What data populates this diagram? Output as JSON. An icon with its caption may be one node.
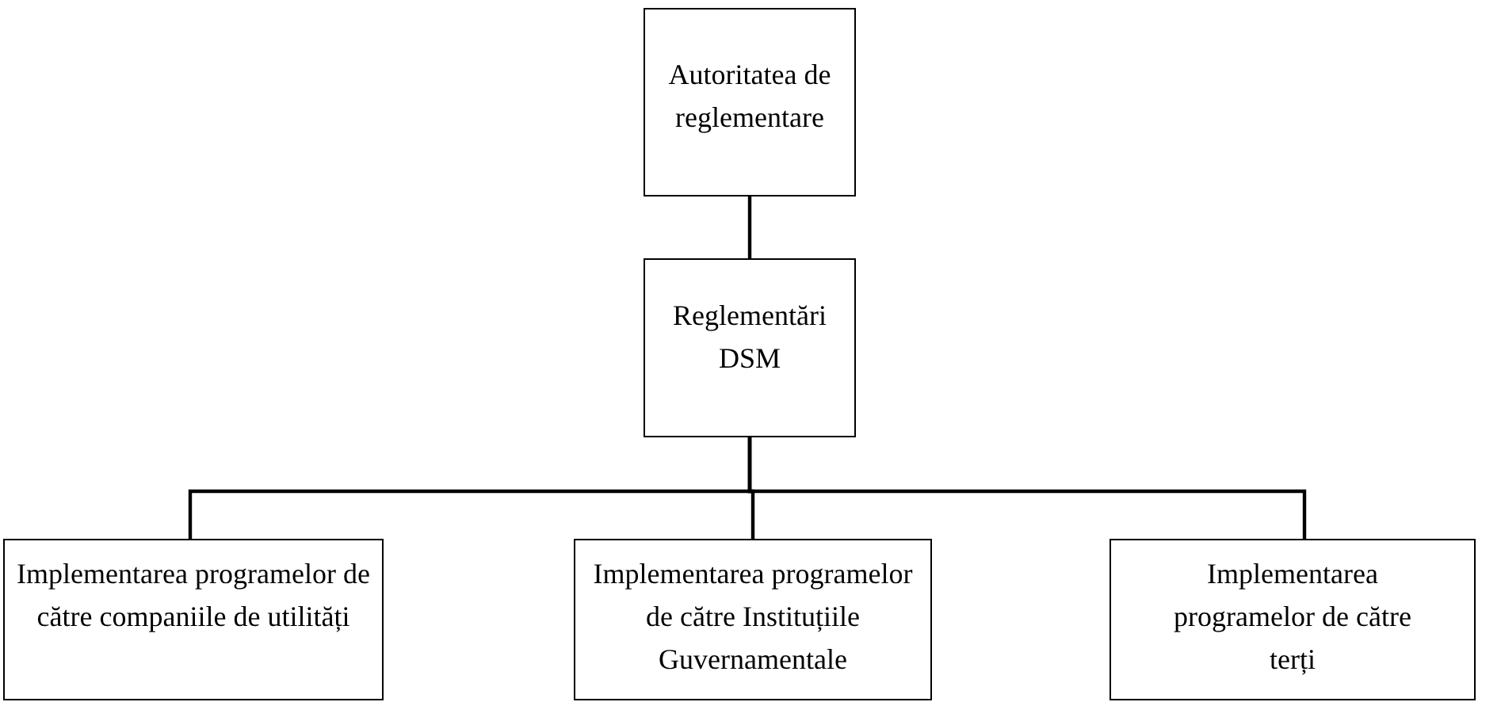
{
  "diagram": {
    "nodes": [
      {
        "text": [
          "Autoritatea de reglementare"
        ]
      },
      {
        "text": [
          "Reglementări DSM"
        ]
      },
      {
        "text": [
          "Implementarea programelor de către companiile de utilități"
        ]
      },
      {
        "text": [
          "Implementarea programelor de către Instituțiile Guvernamentale"
        ]
      },
      {
        "text": [
          "Implementarea programelor de către terți"
        ]
      }
    ],
    "edges": [
      {
        "from": 0,
        "to": 1,
        "arrow": "none"
      },
      {
        "from": 1,
        "to": 2,
        "arrow": "none"
      },
      {
        "from": 1,
        "to": 3,
        "arrow": "none"
      },
      {
        "from": 1,
        "to": 4,
        "arrow": "none"
      }
    ]
  }
}
